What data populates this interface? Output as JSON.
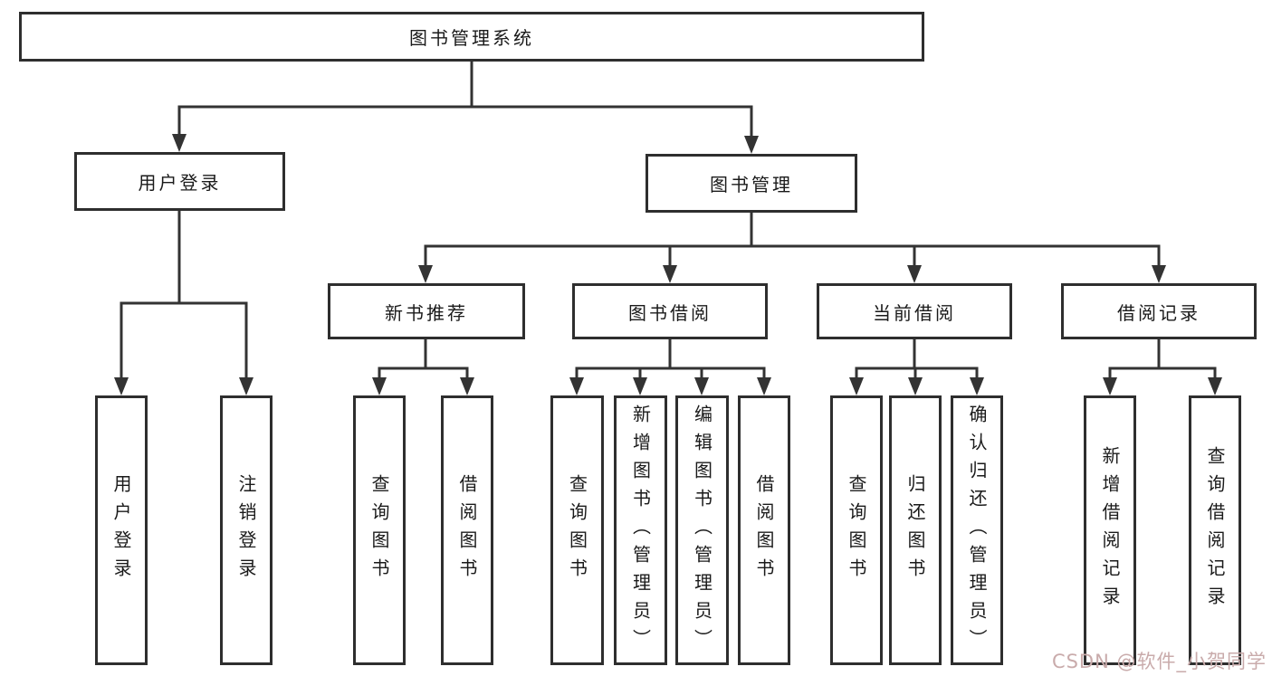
{
  "diagram": {
    "type": "hierarchy",
    "title": "图书管理系统",
    "tree": {
      "label": "图书管理系统",
      "children": [
        {
          "label": "用户登录",
          "children": [
            {
              "label": "用户登录"
            },
            {
              "label": "注销登录"
            }
          ]
        },
        {
          "label": "图书管理",
          "children": [
            {
              "label": "新书推荐",
              "children": [
                {
                  "label": "查询图书"
                },
                {
                  "label": "借阅图书"
                }
              ]
            },
            {
              "label": "图书借阅",
              "children": [
                {
                  "label": "查询图书"
                },
                {
                  "label": "新增图书（管理员）"
                },
                {
                  "label": "编辑图书（管理员）"
                },
                {
                  "label": "借阅图书"
                }
              ]
            },
            {
              "label": "当前借阅",
              "children": [
                {
                  "label": "查询图书"
                },
                {
                  "label": "归还图书"
                },
                {
                  "label": "确认归还（管理员）"
                }
              ]
            },
            {
              "label": "借阅记录",
              "children": [
                {
                  "label": "新增借阅记录"
                },
                {
                  "label": "查询借阅记录"
                }
              ]
            }
          ]
        }
      ]
    }
  },
  "colors": {
    "line": "#333333",
    "border": "#2e2e2e",
    "text": "#1a1a1a"
  },
  "watermark": {
    "text": "CSDN @软件_小贺同学",
    "color": "#c9abab"
  }
}
